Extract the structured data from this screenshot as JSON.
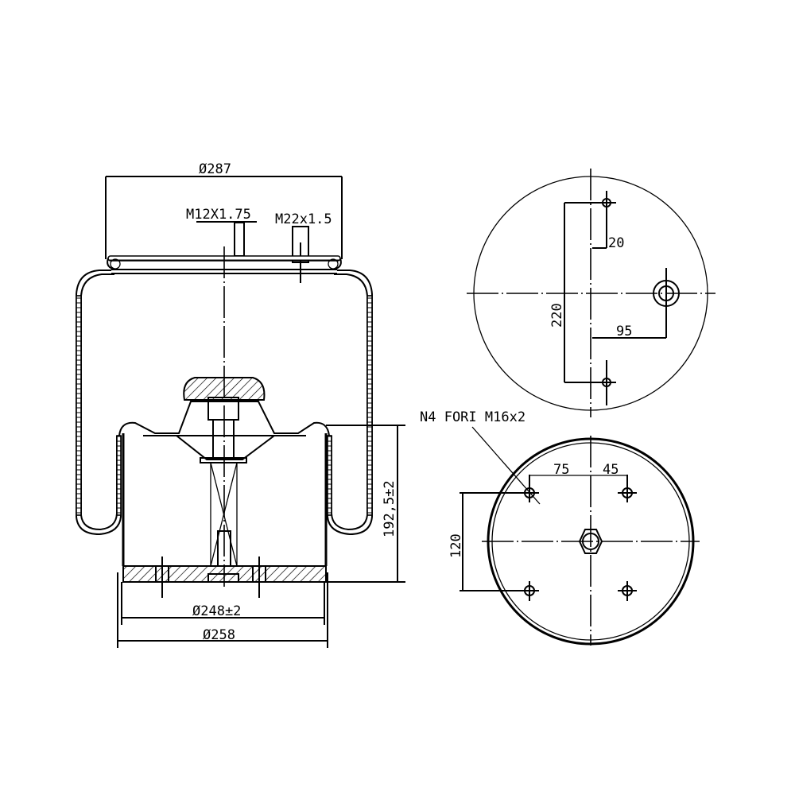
{
  "drawing": {
    "title": "Air spring technical drawing",
    "side_view": {
      "top_plate_diameter": "Ø287",
      "stud_thread": "M12X1.75",
      "air_inlet_thread": "M22x1.5",
      "height_dimension": "192,5±2",
      "piston_diameter": "Ø248±2",
      "base_diameter": "Ø258"
    },
    "top_view": {
      "stud_offset": "20",
      "stud_spacing": "220",
      "inlet_offset": "95"
    },
    "bottom_view": {
      "holes_note": "N4 FORI M16x2",
      "hole_offset_left": "75",
      "hole_offset_right": "45",
      "hole_spacing": "120"
    }
  }
}
